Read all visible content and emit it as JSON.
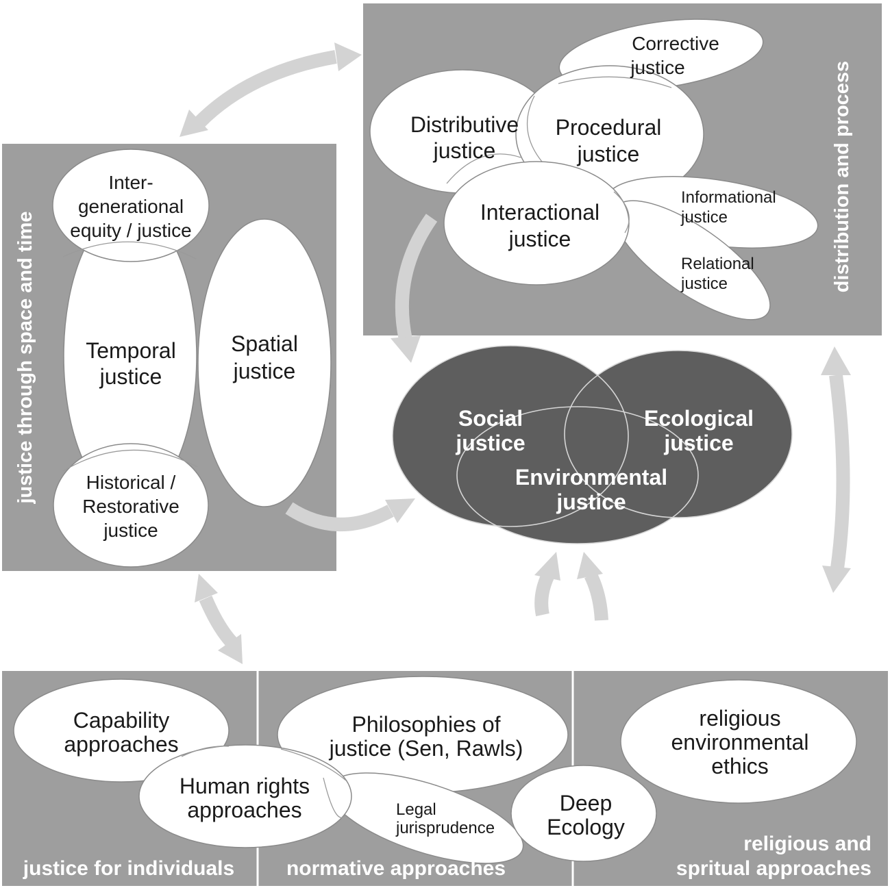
{
  "colors": {
    "panel": "#9e9e9e",
    "ellipse": "#ffffff",
    "core": "#5e5e5e",
    "arrow": "#d3d3d3",
    "text": "#1a1a1a",
    "panel_label": "#ffffff"
  },
  "panels": {
    "space_time": {
      "label": "justice through space and time"
    },
    "distribution": {
      "label": "distribution and process"
    },
    "individuals": {
      "label": "justice for individuals"
    },
    "normative": {
      "label": "normative approaches"
    },
    "religious": {
      "label_1": "religious and",
      "label_2": "spritual approaches"
    }
  },
  "nodes": {
    "intergenerational": {
      "line1": "Inter-",
      "line2": "generational",
      "line3": "equity / justice"
    },
    "temporal": {
      "line1": "Temporal",
      "line2": "justice"
    },
    "historical": {
      "line1": "Historical /",
      "line2": "Restorative",
      "line3": "justice"
    },
    "spatial": {
      "line1": "Spatial",
      "line2": "justice"
    },
    "corrective": {
      "line1": "Corrective",
      "line2": "justice"
    },
    "distributive": {
      "line1": "Distributive",
      "line2": "justice"
    },
    "procedural": {
      "line1": "Procedural",
      "line2": "justice"
    },
    "interactional": {
      "line1": "Interactional",
      "line2": "justice"
    },
    "informational": {
      "line1": "Informational",
      "line2": "justice"
    },
    "relational": {
      "line1": "Relational",
      "line2": "justice"
    },
    "social": {
      "line1": "Social",
      "line2": "justice"
    },
    "ecological": {
      "line1": "Ecological",
      "line2": "justice"
    },
    "environmental": {
      "line1": "Environmental",
      "line2": "justice"
    },
    "capability": {
      "line1": "Capability",
      "line2": "approaches"
    },
    "human_rights": {
      "line1": "Human rights",
      "line2": "approaches"
    },
    "philosophies": {
      "line1": "Philosophies of",
      "line2": "justice (Sen, Rawls)"
    },
    "legal": {
      "line1": "Legal",
      "line2": "jurisprudence"
    },
    "deep_ecology": {
      "line1": "Deep",
      "line2": "Ecology"
    },
    "religious_ethics": {
      "line1": "religious",
      "line2": "environmental",
      "line3": "ethics"
    }
  }
}
